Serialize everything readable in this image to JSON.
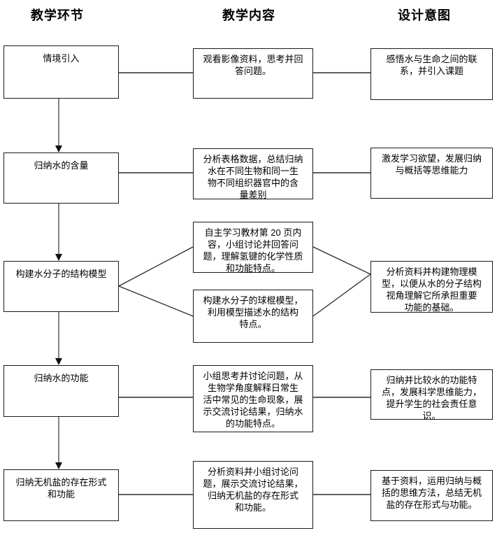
{
  "flowchart": {
    "column_headers": [
      "教学环节",
      "教学内容",
      "设计意图"
    ],
    "stages": [
      "情境引入",
      "归纳水的含量",
      "构建水分子的结构模型",
      "归纳水的功能",
      "归纳无机盐的存在形式\n和功能"
    ],
    "contents": [
      "观看影像资料，思考并回\n答问题。",
      "分析表格数据，总结归纳\n水在不同生物和同一生\n物不同组织器官中的含\n量差别",
      "自主学习教材第 20 页内\n容，小组讨论并回答问\n题，理解氢键的化学性质\n和功能特点。",
      "构建水分子的球棍模型，\n利用模型描述水的结构\n特点。",
      "小组思考并讨论问题，从\n生物学角度解释日常生\n活中常见的生命现象，展\n示交流讨论结果，归纳水\n的功能特点。",
      "分析资料并小组讨论问\n题，展示交流讨论结果，\n归纳无机盐的存在形式\n和功能。"
    ],
    "intents": [
      "感悟水与生命之间的联\n系，并引入课题",
      "激发学习欲望，发展归纳\n与概括等思维能力",
      "分析资料并构建物理模\n型，以便从水的分子结构\n视角理解它所承担重要\n功能的基础。",
      "归纳并比较水的功能特\n点，发展科学思维能力，\n提升学生的社会责任意\n识。",
      "基于资料，运用归纳与概\n括的思维方法，总结无机\n盐的存在形式与功能。"
    ],
    "colors": {
      "box_border": "#1a1a1a",
      "connector_line": "#2b2b2b",
      "arrow_shaft": "#5a5a5a",
      "arrow_head": "#111111",
      "background": "#ffffff",
      "text": "#000000"
    }
  }
}
